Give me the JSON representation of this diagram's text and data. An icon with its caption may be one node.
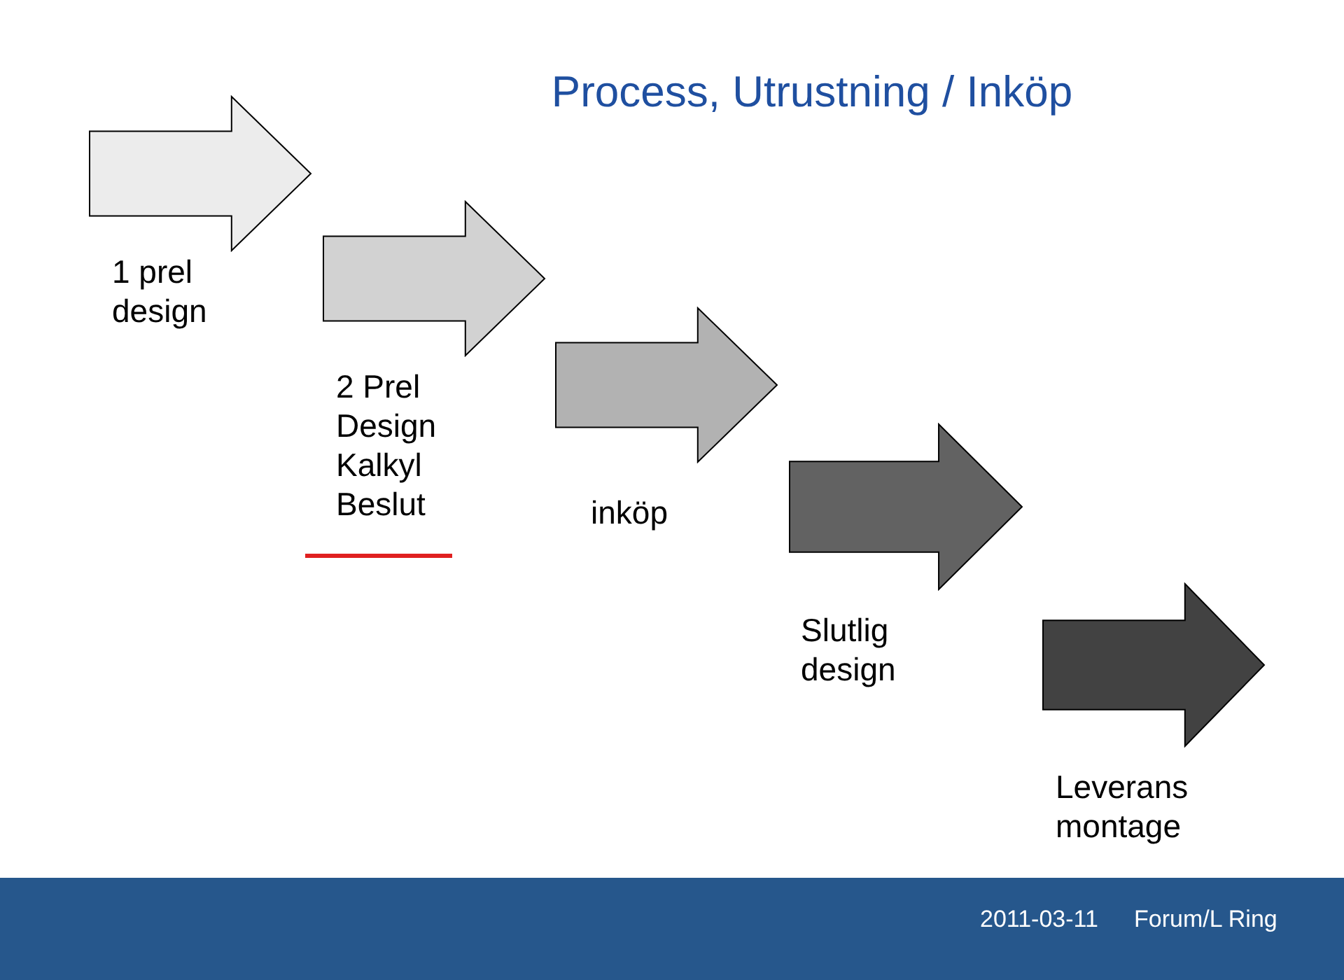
{
  "diagram": {
    "title": "Process, Utrustning / Inköp",
    "nodes": [
      {
        "text": [],
        "shape": "arrow",
        "beside": [
          "1 prel design"
        ]
      },
      {
        "text": [],
        "shape": "arrow",
        "beside": [
          "2 Prel Design Kalkyl Beslut"
        ]
      },
      {
        "text": [],
        "shape": "arrow",
        "beside": [
          "inköp"
        ]
      },
      {
        "text": [],
        "shape": "arrow",
        "beside": [
          "Slutlig design"
        ]
      },
      {
        "text": [],
        "shape": "arrow",
        "beside": [
          "Leverans montage"
        ]
      }
    ],
    "labels": [
      "2011-03-11",
      "Forum/L Ring"
    ]
  }
}
